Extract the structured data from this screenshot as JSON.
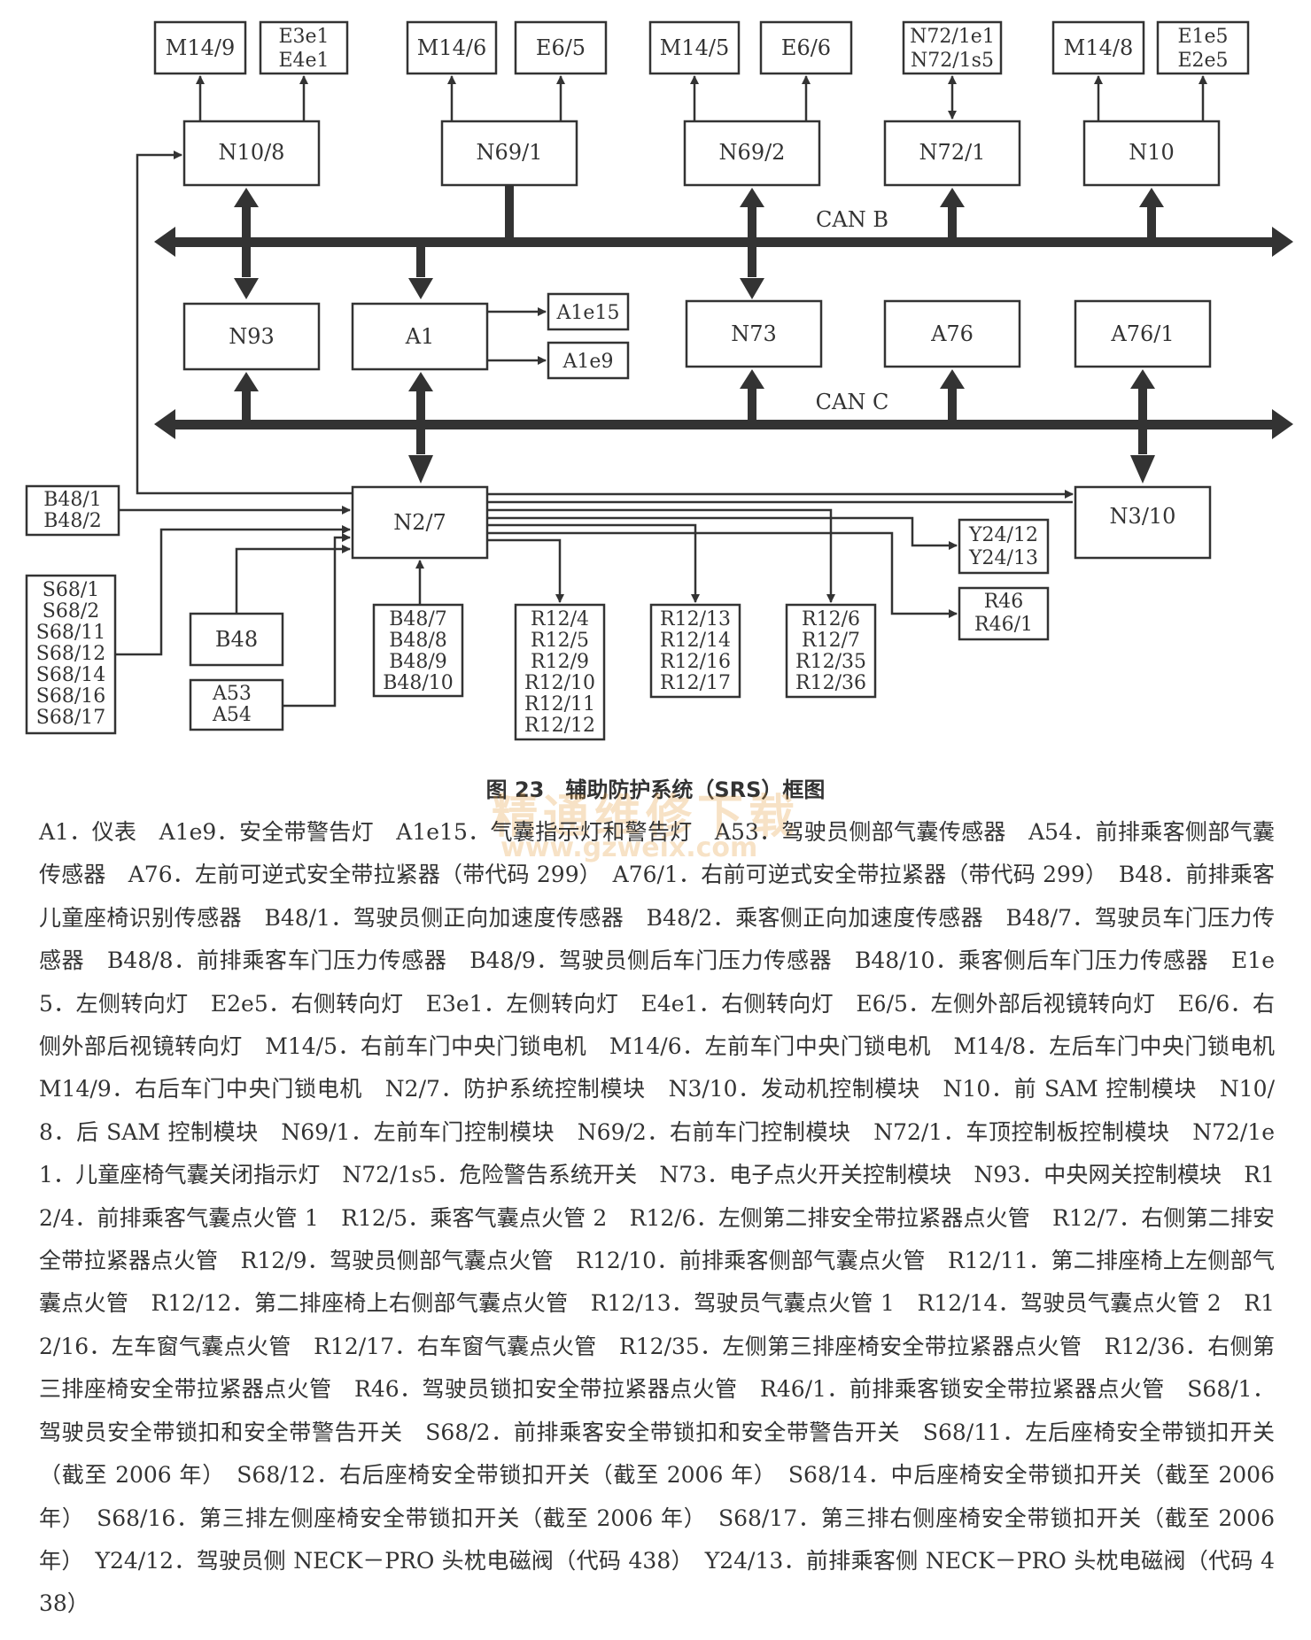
{
  "diagram": {
    "modules": {
      "M14_9": "M14/9",
      "E3e1_E4e1": [
        "E3e1",
        "E4e1"
      ],
      "M14_6": "M14/6",
      "E6_5": "E6/5",
      "M14_5": "M14/5",
      "E6_6": "E6/6",
      "N72_1e1_N72_1s5": [
        "N72/1e1",
        "N72/1s5"
      ],
      "M14_8": "M14/8",
      "E1e5_E2e5": [
        "E1e5",
        "E2e5"
      ],
      "N10_8": "N10/8",
      "N69_1": "N69/1",
      "N69_2": "N69/2",
      "N72_1": "N72/1",
      "N10": "N10",
      "N93": "N93",
      "A1": "A1",
      "A1e15": "A1e15",
      "A1e9": "A1e9",
      "N73": "N73",
      "A76": "A76",
      "A76_1": "A76/1",
      "N2_7": "N2/7",
      "N3_10": "N3/10",
      "B48_1_2": [
        "B48/1",
        "B48/2"
      ],
      "S68_group": [
        "S68/1",
        "S68/2",
        "S68/11",
        "S68/12",
        "S68/14",
        "S68/16",
        "S68/17"
      ],
      "B48": "B48",
      "A53_A54": [
        "A53",
        "A54"
      ],
      "B48_group": [
        "B48/7",
        "B48/8",
        "B48/9",
        "B48/10"
      ],
      "R12_group1": [
        "R12/4",
        "R12/5",
        "R12/9",
        "R12/10",
        "R12/11",
        "R12/12"
      ],
      "R12_group2": [
        "R12/13",
        "R12/14",
        "R12/16",
        "R12/17"
      ],
      "R12_group3": [
        "R12/6",
        "R12/7",
        "R12/35",
        "R12/36"
      ],
      "Y24_group": [
        "Y24/12",
        "Y24/13"
      ],
      "R46_group": [
        "R46",
        "R46/1"
      ]
    },
    "bus_labels": {
      "can_b": "CAN B",
      "can_c": "CAN C"
    }
  },
  "caption": "图 23　辅助防护系统（SRS）框图",
  "watermark": {
    "text": "精通维修下载",
    "url": "www.gzweix.com"
  },
  "legend": "A1．仪表　A1e9．安全带警告灯　A1e15．气囊指示灯和警告灯　A53．驾驶员侧部气囊传感器　A54．前排乘客侧部气囊传感器　A76．左前可逆式安全带拉紧器（带代码 299）　A76/1．右前可逆式安全带拉紧器（带代码 299）　B48．前排乘客儿童座椅识别传感器　B48/1．驾驶员侧正向加速度传感器　B48/2．乘客侧正向加速度传感器　B48/7．驾驶员车门压力传感器　B48/8．前排乘客车门压力传感器　B48/9．驾驶员侧后车门压力传感器　B48/10．乘客侧后车门压力传感器　E1e5．左侧转向灯　E2e5．右侧转向灯　E3e1．左侧转向灯　E4e1．右侧转向灯　E6/5．左侧外部后视镜转向灯　E6/6．右侧外部后视镜转向灯　M14/5．右前车门中央门锁电机　M14/6．左前车门中央门锁电机　M14/8．左后车门中央门锁电机　M14/9．右后车门中央门锁电机　N2/7．防护系统控制模块　N3/10．发动机控制模块　N10．前 SAM 控制模块　N10/8．后 SAM 控制模块　N69/1．左前车门控制模块　N69/2．右前车门控制模块　N72/1．车顶控制板控制模块　N72/1e1．儿童座椅气囊关闭指示灯　N72/1s5．危险警告系统开关　N73．电子点火开关控制模块　N93．中央网关控制模块　R12/4．前排乘客气囊点火管 1　R12/5．乘客气囊点火管 2　R12/6．左侧第二排安全带拉紧器点火管　R12/7．右侧第二排安全带拉紧器点火管　R12/9．驾驶员侧部气囊点火管　R12/10．前排乘客侧部气囊点火管　R12/11．第二排座椅上左侧部气囊点火管　R12/12．第二排座椅上右侧部气囊点火管　R12/13．驾驶员气囊点火管 1　R12/14．驾驶员气囊点火管 2　R12/16．左车窗气囊点火管　R12/17．右车窗气囊点火管　R12/35．左侧第三排座椅安全带拉紧器点火管　R12/36．右侧第三排座椅安全带拉紧器点火管　R46．驾驶员锁扣安全带拉紧器点火管　R46/1．前排乘客锁安全带拉紧器点火管　S68/1．驾驶员安全带锁扣和安全带警告开关　S68/2．前排乘客安全带锁扣和安全带警告开关　S68/11．左后座椅安全带锁扣开关（截至 2006 年）　S68/12．右后座椅安全带锁扣开关（截至 2006 年）　S68/14．中后座椅安全带锁扣开关（截至 2006 年）　S68/16．第三排左侧座椅安全带锁扣开关（截至 2006 年）　S68/17．第三排右侧座椅安全带锁扣开关（截至 2006 年）　Y24/12．驾驶员侧 NECK－PRO 头枕电磁阀（代码 438）　Y24/13．前排乘客侧 NECK－PRO 头枕电磁阀（代码 438）"
}
